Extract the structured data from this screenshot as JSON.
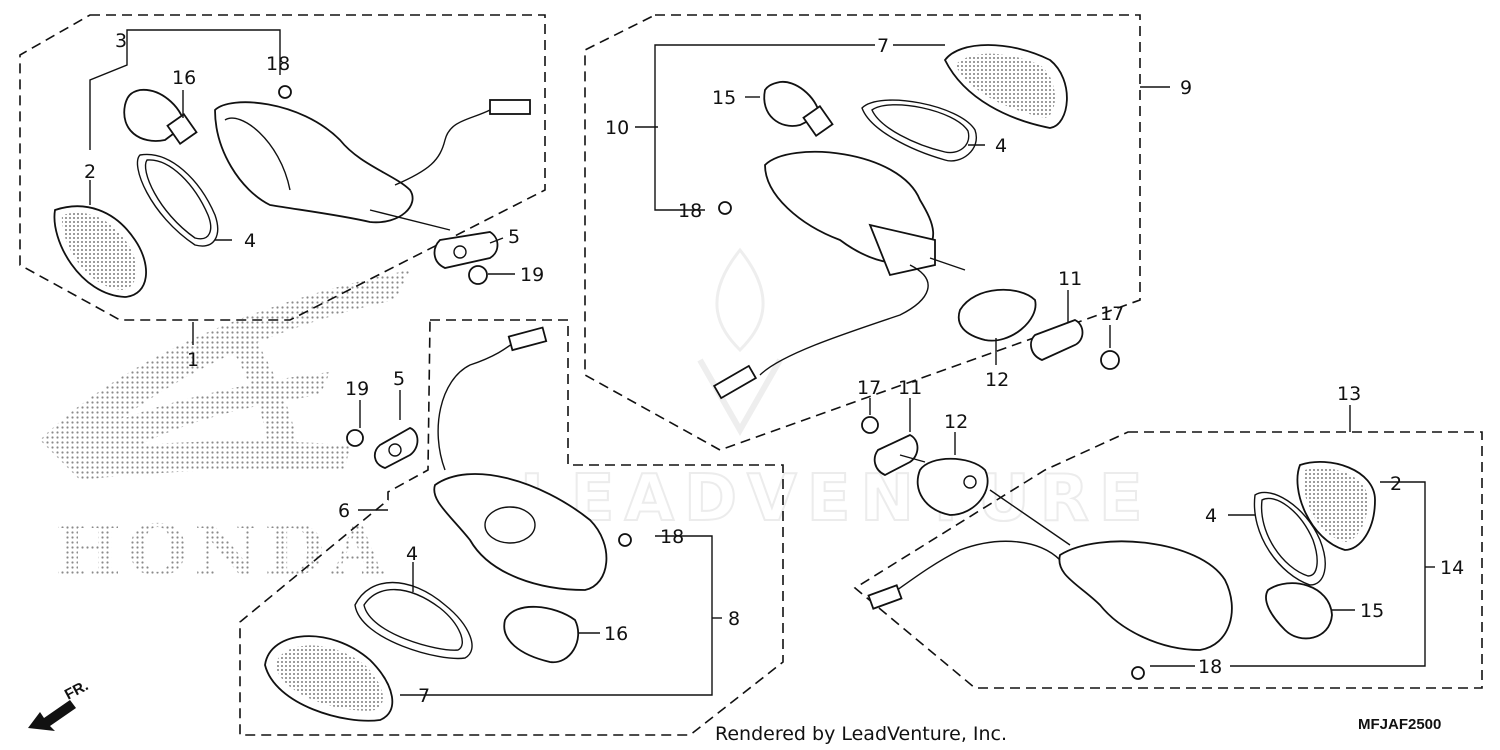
{
  "diagram": {
    "drawing_code": "MFJAF2500",
    "credit": "Rendered by LeadVenture, Inc.",
    "direction_marker": "FR.",
    "logo_text": "HONDA",
    "watermark": "LEADVENTURE",
    "callouts": {
      "c1": "1",
      "c2a": "2",
      "c2b": "2",
      "c3": "3",
      "c4a": "4",
      "c4b": "4",
      "c4c": "4",
      "c4d": "4",
      "c5a": "5",
      "c5b": "5",
      "c6": "6",
      "c7a": "7",
      "c7b": "7",
      "c8": "8",
      "c9": "9",
      "c10": "10",
      "c11a": "11",
      "c11b": "11",
      "c12a": "12",
      "c12b": "12",
      "c13": "13",
      "c14": "14",
      "c15a": "15",
      "c15b": "15",
      "c16a": "16",
      "c16b": "16",
      "c17a": "17",
      "c17b": "17",
      "c18a": "18",
      "c18b": "18",
      "c18c": "18",
      "c18d": "18",
      "c19a": "19",
      "c19b": "19"
    }
  }
}
